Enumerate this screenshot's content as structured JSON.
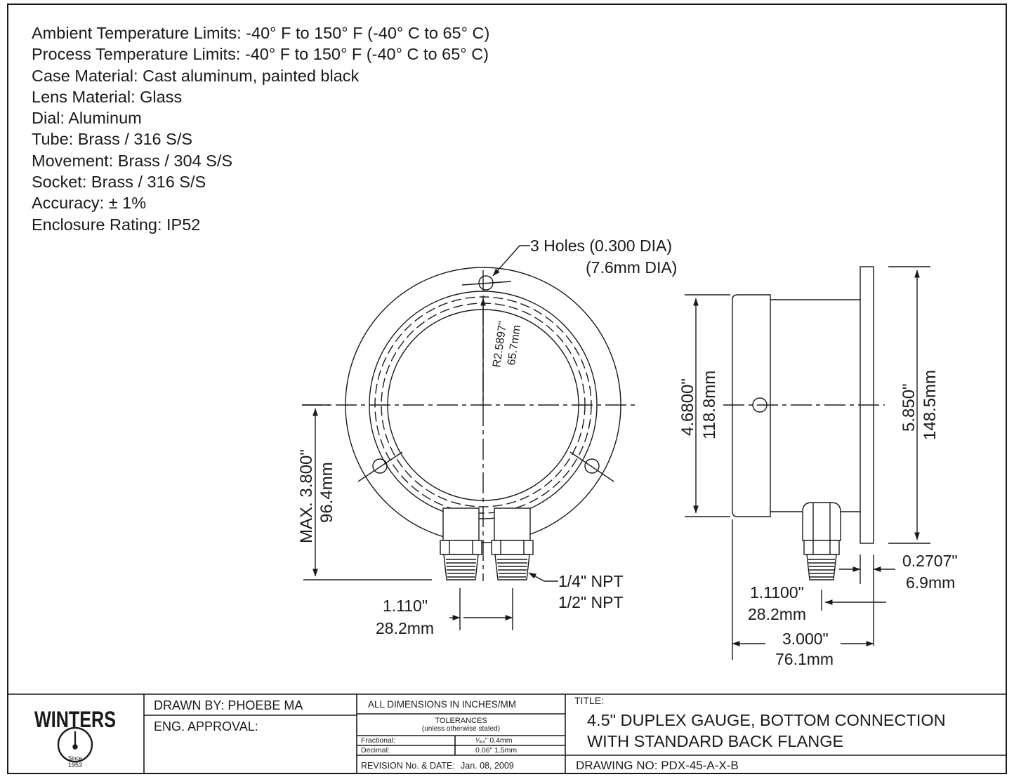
{
  "specs": [
    "Ambient Temperature Limits: -40° F to 150° F (-40° C to 65° C)",
    "Process Temperature Limits: -40° F to 150° F (-40° C to 65° C)",
    "Case Material: Cast aluminum, painted black",
    "Lens Material: Glass",
    "Dial: Aluminum",
    "Tube: Brass / 316 S/S",
    "Movement: Brass / 304 S/S",
    "Socket: Brass / 316 S/S",
    "Accuracy: ± 1%",
    "Enclosure Rating: IP52"
  ],
  "front_view": {
    "holes_label_1": "3 Holes (0.300 DIA)",
    "holes_label_2": "(7.6mm DIA)",
    "radius_in": "R2.5897\"",
    "radius_mm": "65.7mm",
    "max_height_in": "MAX. 3.800\"",
    "max_height_mm": "96.4mm",
    "npt_1": "1/4\" NPT",
    "npt_2": "1/2\" NPT",
    "spacing_in": "1.110\"",
    "spacing_mm": "28.2mm"
  },
  "side_view": {
    "case_dia_in": "4.6800\"",
    "case_dia_mm": "118.8mm",
    "flange_dia_in": "5.850\"",
    "flange_dia_mm": "148.5mm",
    "flange_thk_in": "0.2707\"",
    "flange_thk_mm": "6.9mm",
    "socket_offset_in": "1.1100\"",
    "socket_offset_mm": "28.2mm",
    "depth_in": "3.000\"",
    "depth_mm": "76.1mm"
  },
  "title_block": {
    "logo_text": "WINTERS",
    "logo_since": "Since",
    "logo_year": "1953",
    "drawn_by": "DRAWN BY: PHOEBE MA",
    "eng_approval": "ENG. APPROVAL:",
    "dimensions_note": "ALL DIMENSIONS IN INCHES/MM",
    "tolerances": "TOLERANCES",
    "tolerances_sub": "(unless otherwise stated)",
    "fractional_label": "Fractional:",
    "fractional_value": "¹⁄₆₄\" 0.4mm",
    "decimal_label": "Decimal:",
    "decimal_value": "0.06\" 1.5mm",
    "revision_label": "REVISION No. & DATE:",
    "revision_date": "Jan. 08, 2009",
    "title_label": "TITLE:",
    "title_line_1": "4.5\" DUPLEX GAUGE, BOTTOM CONNECTION",
    "title_line_2": "WITH STANDARD BACK FLANGE",
    "drawing_no": "DRAWING NO: PDX-45-A-X-B"
  }
}
